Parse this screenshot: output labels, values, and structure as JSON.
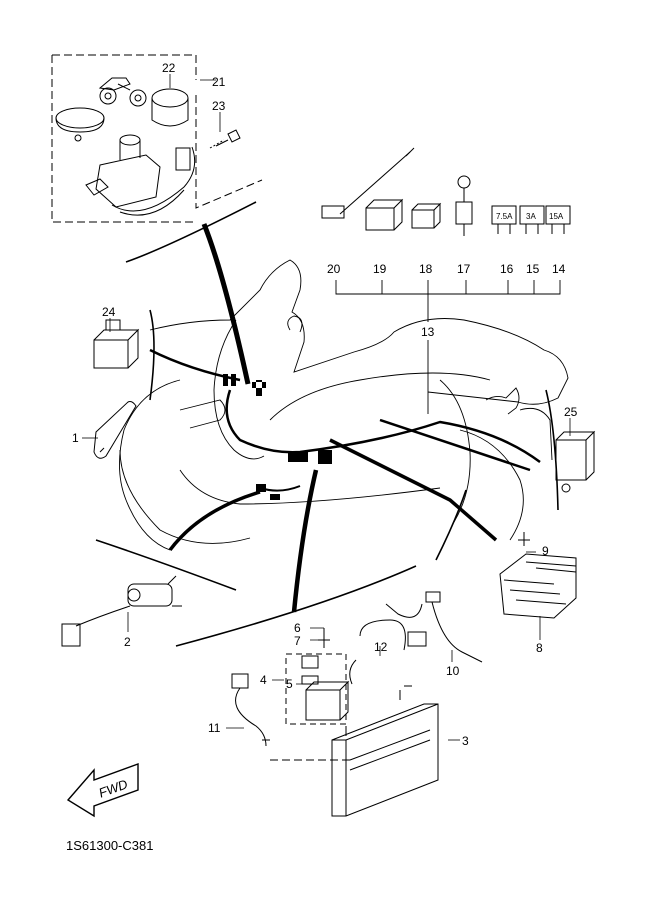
{
  "diagram": {
    "ref_code": "1S61300-C381",
    "fwd_label": "FWD",
    "fuse_ratings": [
      "7.5A",
      "3A",
      "15A"
    ],
    "callouts": {
      "p1": "1",
      "p2": "2",
      "p3": "3",
      "p4": "4",
      "p5": "5",
      "p6": "6",
      "p7": "7",
      "p8": "8",
      "p9": "9",
      "p10": "10",
      "p11": "11",
      "p12": "12",
      "p13": "13",
      "p14": "14",
      "p15": "15",
      "p16": "16",
      "p17": "17",
      "p18": "18",
      "p19": "19",
      "p20": "20",
      "p21": "21",
      "p22": "22",
      "p23": "23",
      "p24": "24",
      "p25": "25"
    }
  }
}
